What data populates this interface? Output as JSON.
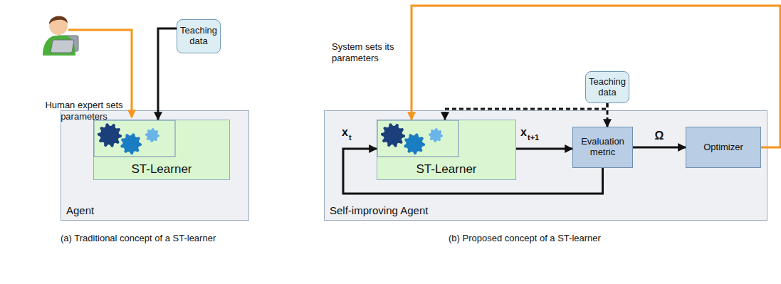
{
  "diagram": {
    "nodes": [
      {
        "text": [
          "Agent"
        ]
      },
      {
        "text": [
          "ST-Learner"
        ],
        "in": 0
      },
      {
        "text": [
          "Teaching data"
        ]
      },
      {
        "text": [
          "Self-improving Agent"
        ]
      },
      {
        "text": [
          "ST-Learner"
        ],
        "in": 3
      },
      {
        "text": [
          "Evaluation metric"
        ],
        "in": 3
      },
      {
        "text": [
          "Optimizer"
        ],
        "in": 3
      },
      {
        "text": [
          "Teaching data"
        ]
      }
    ],
    "edges": [
      {
        "from": 2,
        "to": 1,
        "arrow": "to"
      },
      {
        "from": 4,
        "to": 5,
        "arrow": "to"
      },
      {
        "from": 5,
        "to": 4,
        "arrow": "to"
      },
      {
        "from": 5,
        "to": 6,
        "label": "Ω",
        "arrow": "to"
      },
      {
        "from": 6,
        "to": 4,
        "arrow": "to"
      },
      {
        "from": 7,
        "to": 5,
        "arrow": "to"
      },
      {
        "from": 7,
        "to": 4,
        "arrow": "to"
      }
    ],
    "labels": [
      "Human expert sets parameters",
      "(a) Traditional concept of a ST-learner",
      "System sets its parameters",
      "x",
      "t",
      "x",
      "t+1",
      "(b) Proposed concept of a ST-learner"
    ]
  }
}
